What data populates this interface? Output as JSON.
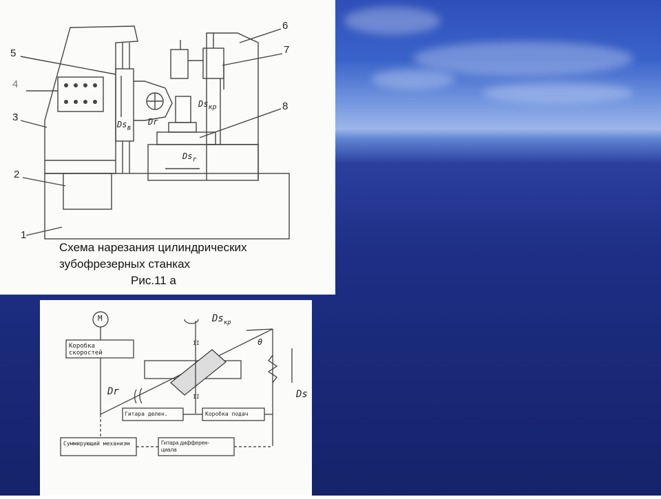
{
  "top_diagram": {
    "callouts": [
      "1",
      "2",
      "3",
      "4",
      "5",
      "6",
      "7",
      "8"
    ],
    "motion_labels": {
      "ds_b": "Ds",
      "ds_b_sub": "в",
      "dr": "Dr",
      "ds_kp": "Ds",
      "ds_kp_sub": "кр",
      "ds_r": "Ds",
      "ds_r_sub": "r"
    },
    "caption_line1": "Схема нарезания цилиндрических",
    "caption_line2": "зубофрезерных станках",
    "caption_line3": "Рис.11 а"
  },
  "bottom_diagram": {
    "motor": "M",
    "speed_box": "Коробка скоростей",
    "division_gear": "Гитара делен.",
    "feed_box": "Коробка подач",
    "summing_mech": "Суммирующий механизм",
    "diff_gear": "Гитара дифферен-\nциала",
    "ds_kp": "Ds",
    "ds_kp_sub": "кр",
    "dr": "Dr",
    "ds": "Ds",
    "theta": "θ",
    "shaft_mark": "II"
  },
  "colors": {
    "sea": "#1e2f86",
    "paper": "#fbfbf9",
    "ink": "#333333"
  }
}
